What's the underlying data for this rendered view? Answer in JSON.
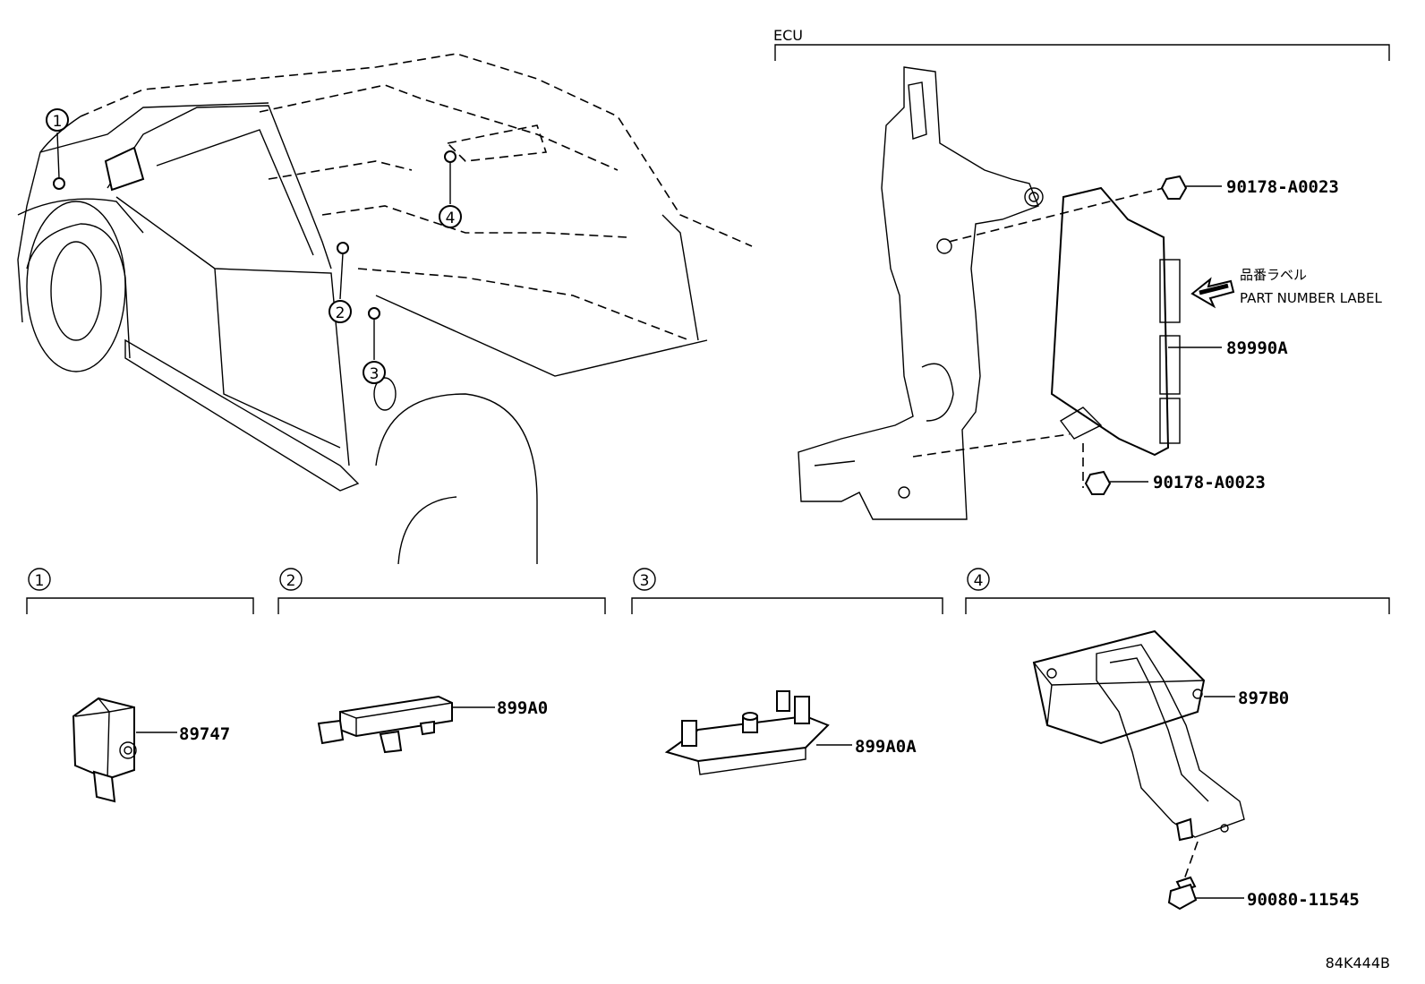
{
  "diagram_code": "84K444B",
  "ecu_section": {
    "header": "ECU",
    "part_number_label_jp": "品番ラベル",
    "part_number_label_en": "PART NUMBER LABEL",
    "parts": {
      "nut_upper": "90178-A0023",
      "nut_lower": "90178-A0023",
      "ecu_module": "89990A"
    }
  },
  "locator_markers": [
    "1",
    "2",
    "3",
    "4"
  ],
  "detail_sections": [
    {
      "number": "1",
      "part": "89747"
    },
    {
      "number": "2",
      "part": "899A0"
    },
    {
      "number": "3",
      "part": "899A0A"
    },
    {
      "number": "4",
      "part": "897B0",
      "screw": "90080-11545"
    }
  ]
}
